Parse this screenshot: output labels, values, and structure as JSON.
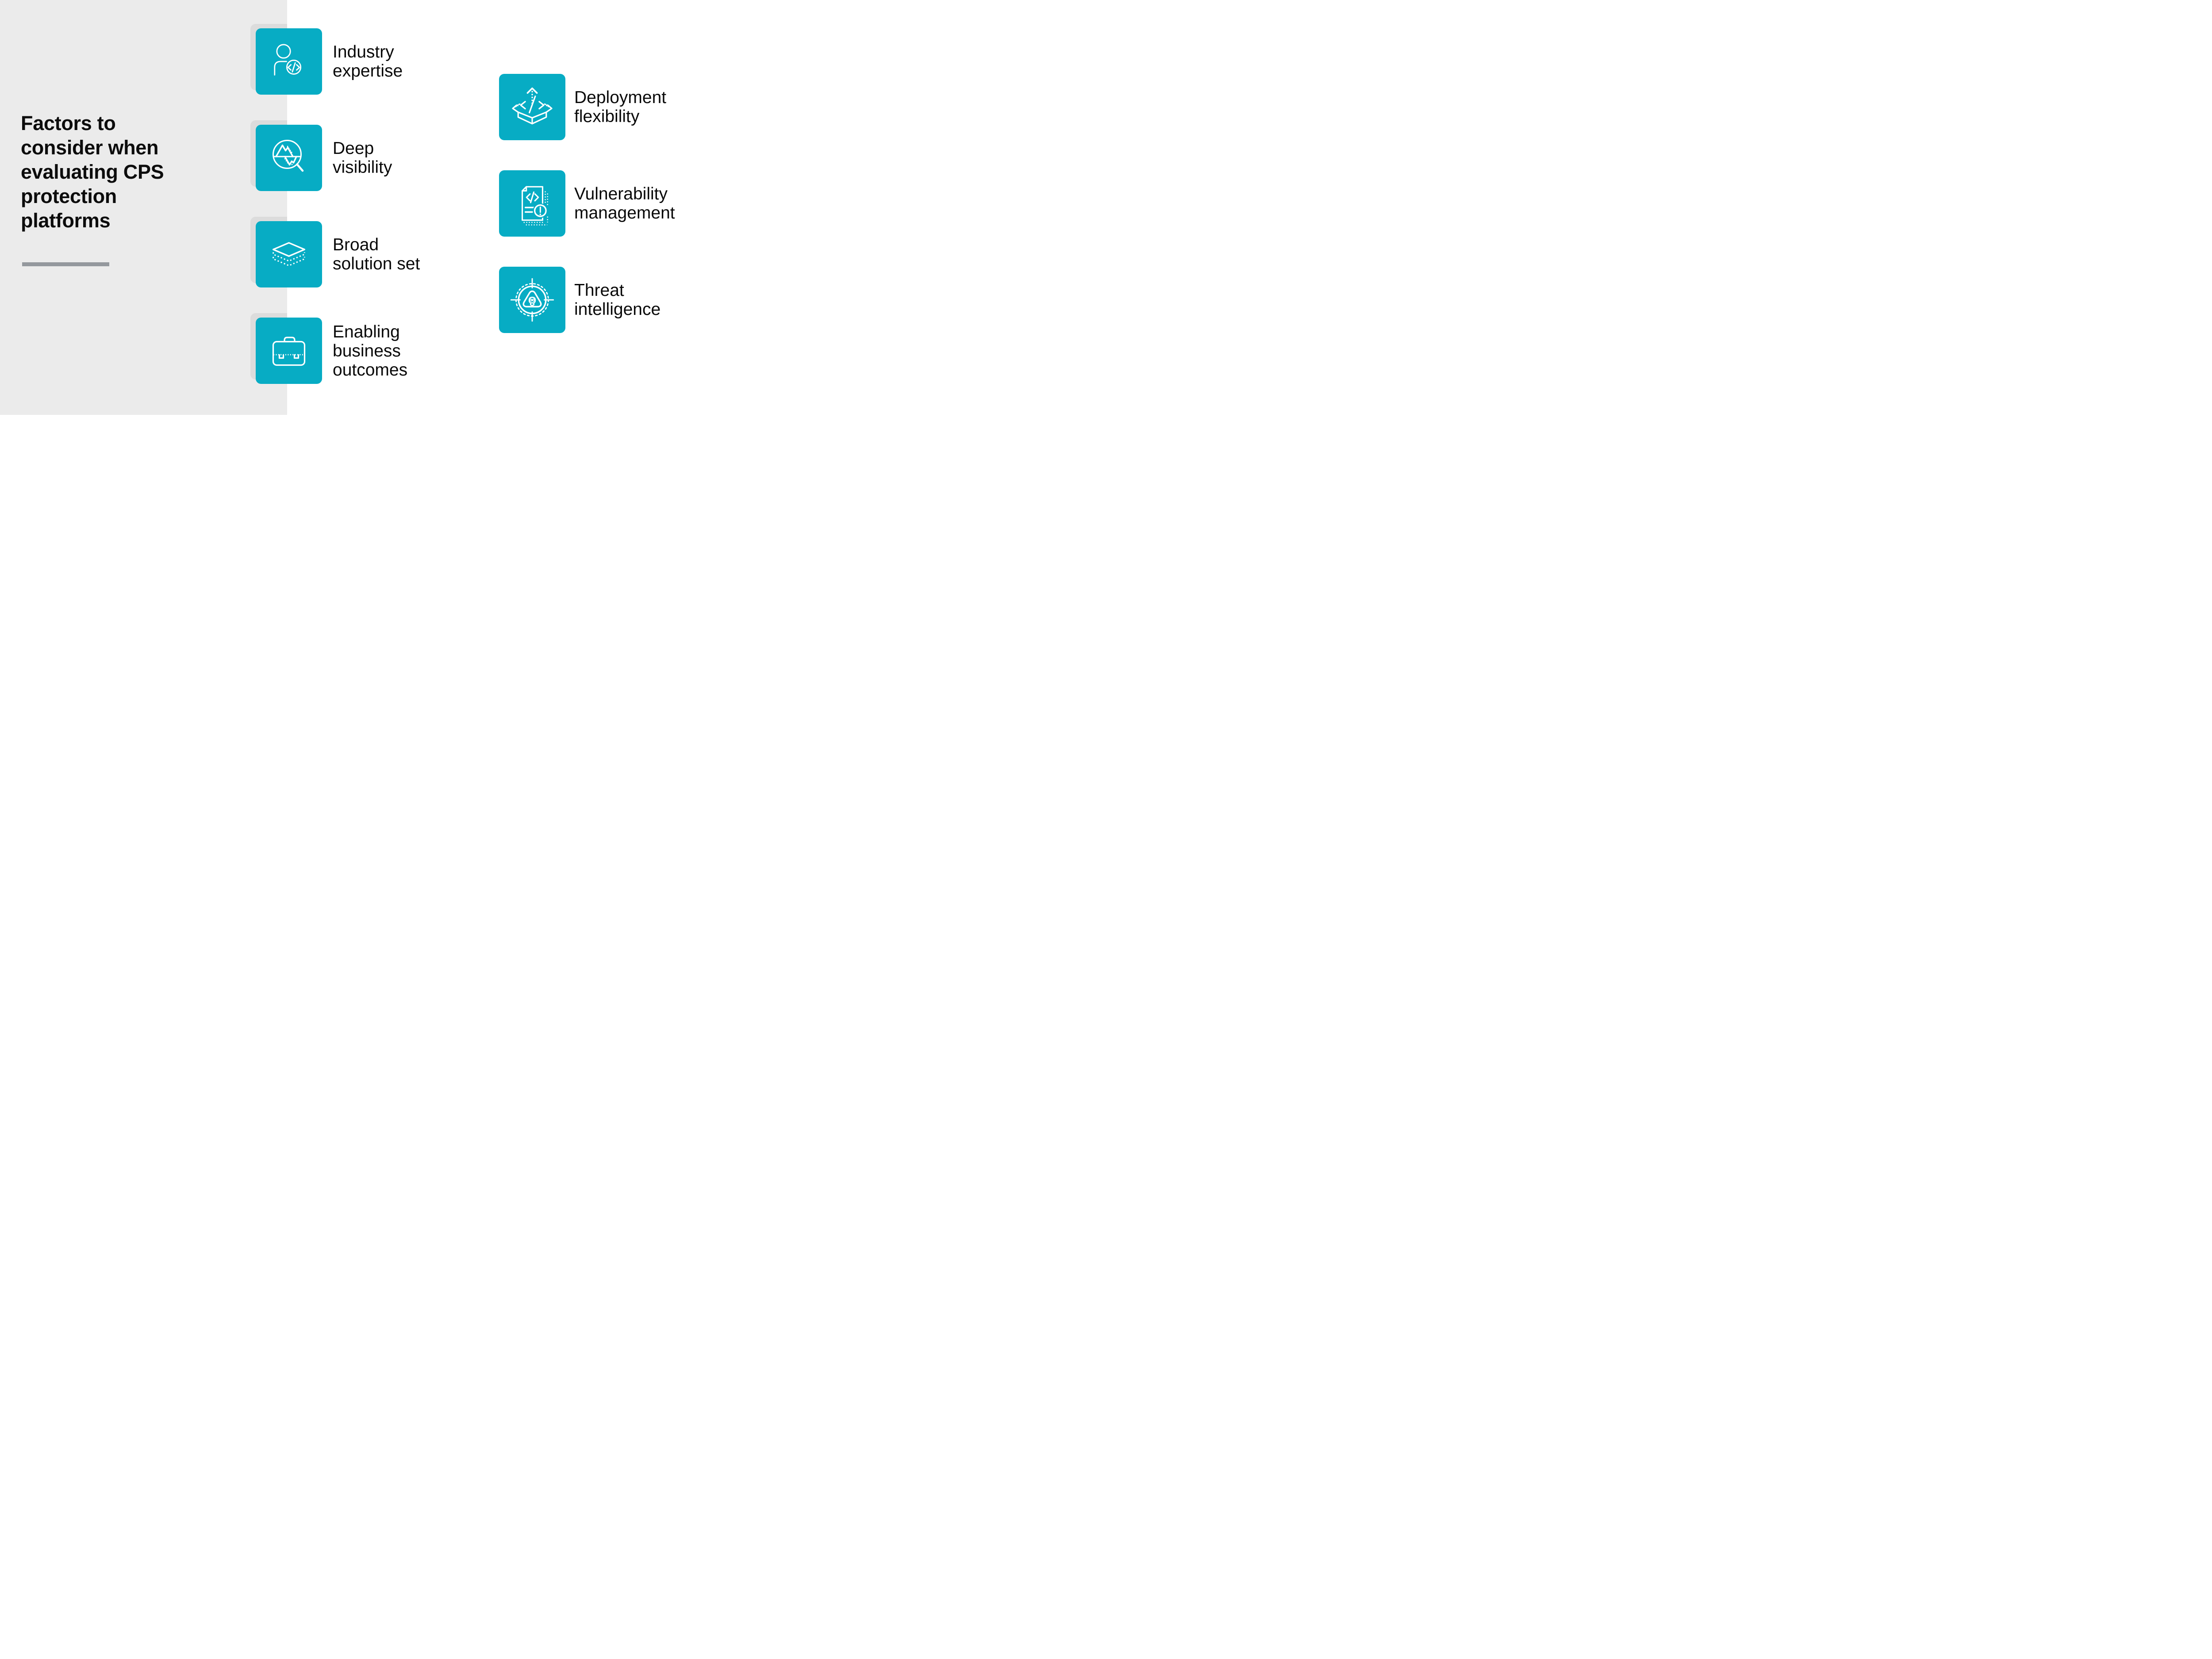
{
  "title": {
    "text": "Factors to\nconsider when\nevaluating CPS\nprotection\nplatforms"
  },
  "colors": {
    "background": "#ffffff",
    "panel": "#ebebeb",
    "tile": "#07acc4",
    "tile_shadow": "#dcdcdc",
    "divider": "#94989d",
    "text": "#0c0c0c"
  },
  "factors_left": [
    {
      "label": "Industry\nexpertise",
      "icon": "person-code-icon"
    },
    {
      "label": "Deep\nvisibility",
      "icon": "magnifier-mountains-icon"
    },
    {
      "label": "Broad\nsolution set",
      "icon": "layers-icon"
    },
    {
      "label": "Enabling\nbusiness\noutcomes",
      "icon": "briefcase-icon"
    }
  ],
  "factors_right": [
    {
      "label": "Deployment\nflexibility",
      "icon": "box-arrow-icon"
    },
    {
      "label": "Vulnerability\nmanagement",
      "icon": "document-alert-icon"
    },
    {
      "label": "Threat\nintelligence",
      "icon": "target-skull-icon"
    }
  ]
}
